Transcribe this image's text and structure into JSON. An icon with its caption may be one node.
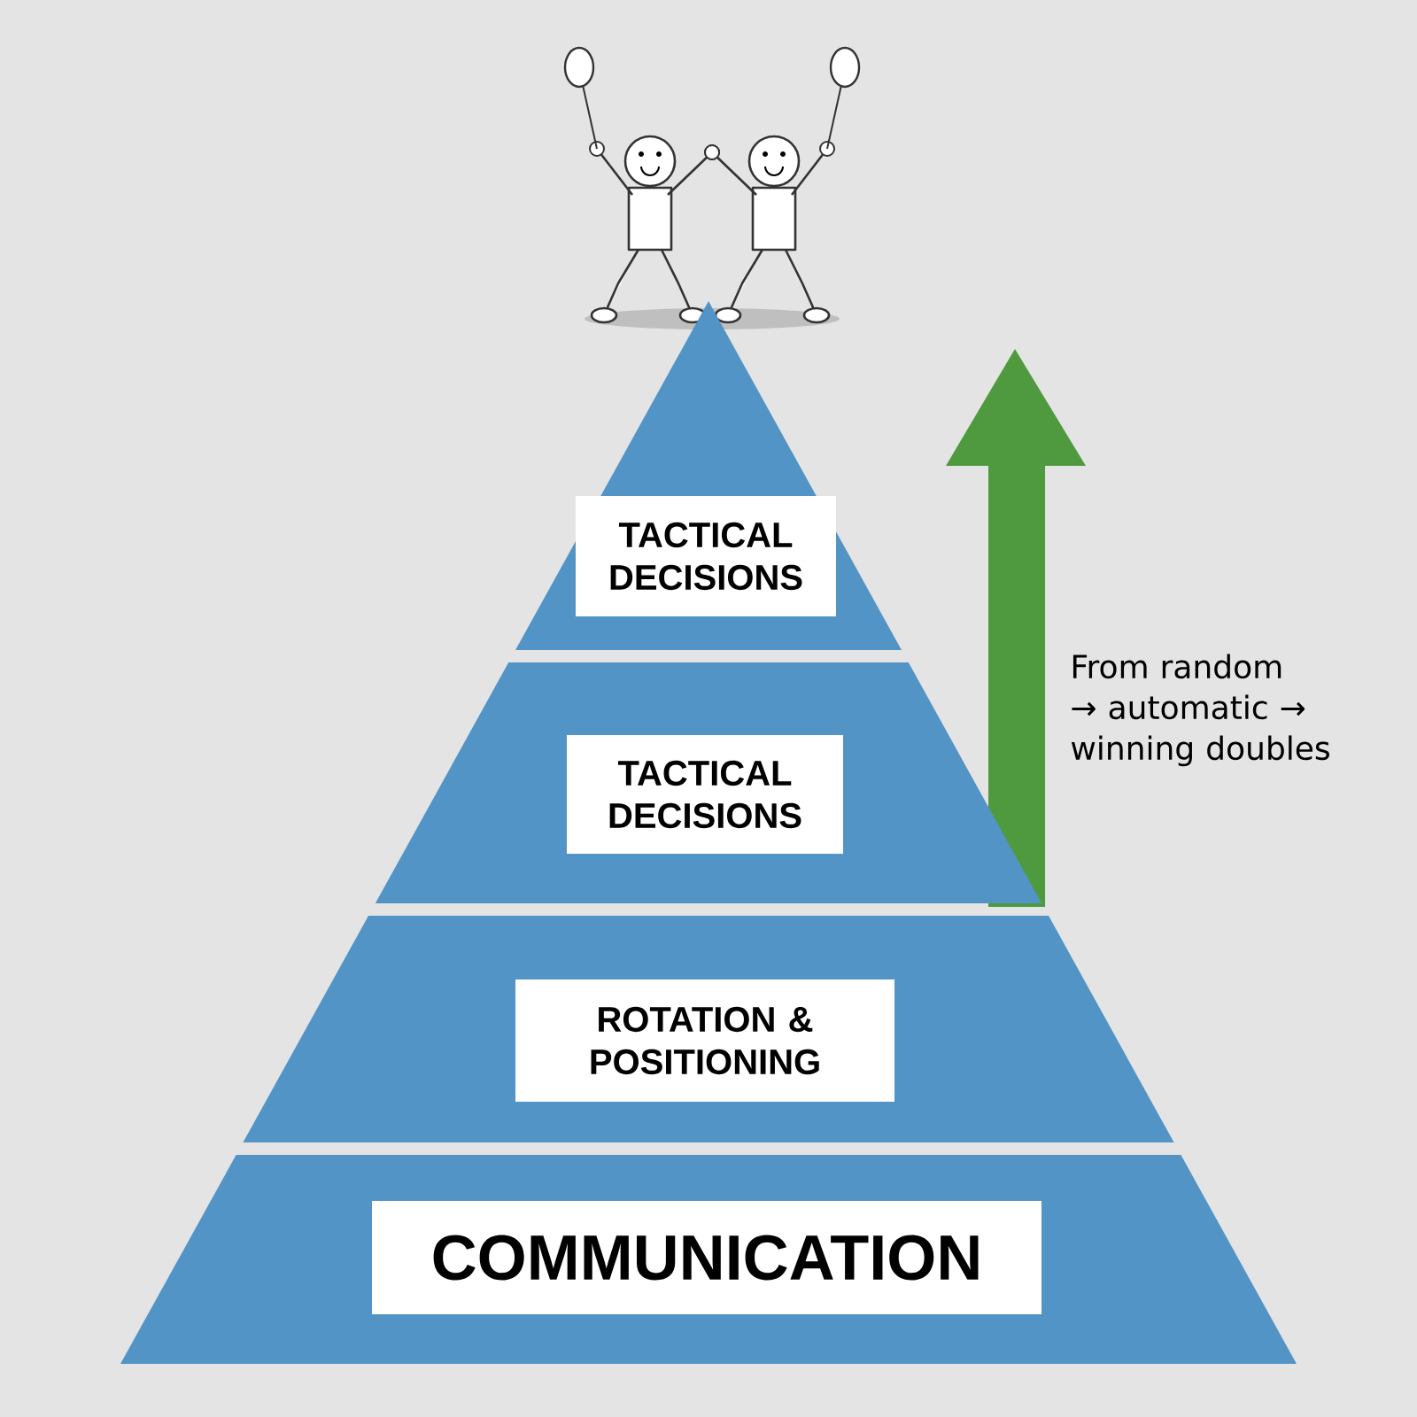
{
  "diagram": {
    "nodes": [
      {
        "text": [
          "TACTICAL DECISIONS"
        ]
      },
      {
        "text": [
          "TACTICAL DECISIONS"
        ]
      },
      {
        "text": [
          "ROTATION & POSITIONING"
        ]
      },
      {
        "text": [
          "COMMUNICATION"
        ]
      }
    ],
    "labels": [
      "From random → automatic → winning doubles"
    ]
  }
}
